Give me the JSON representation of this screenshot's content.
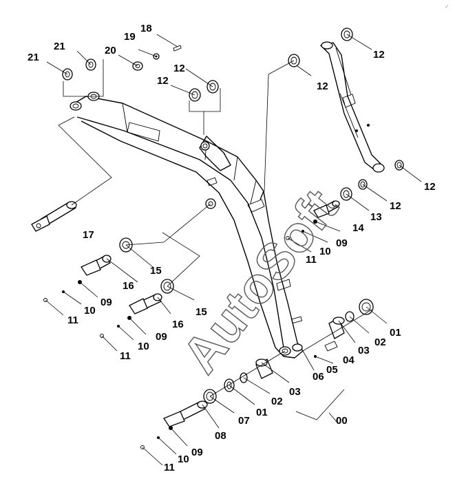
{
  "watermark": "AutoSoft",
  "corner_mark": "✓",
  "labels": {
    "l21a": "21",
    "l21b": "21",
    "l20": "20",
    "l19": "19",
    "l18": "18",
    "l12a": "12",
    "l12b": "12",
    "l12c": "12",
    "l12d": "12",
    "l12e": "12",
    "l12f": "12",
    "l13": "13",
    "l14": "14",
    "l09a": "09",
    "l10a": "10",
    "l11a": "11",
    "l17": "17",
    "l15a": "15",
    "l15b": "15",
    "l16a": "16",
    "l16b": "16",
    "l09b": "09",
    "l10b": "10",
    "l11b": "11",
    "l09c": "09",
    "l10c": "10",
    "l11c": "11",
    "l01a": "01",
    "l02a": "02",
    "l03a": "03",
    "l04": "04",
    "l05": "05",
    "l06": "06",
    "l07": "07",
    "l01b": "01",
    "l02b": "02",
    "l03b": "03",
    "l00": "00",
    "l08": "08",
    "l09d": "09",
    "l10d": "10",
    "l11d": "11"
  }
}
